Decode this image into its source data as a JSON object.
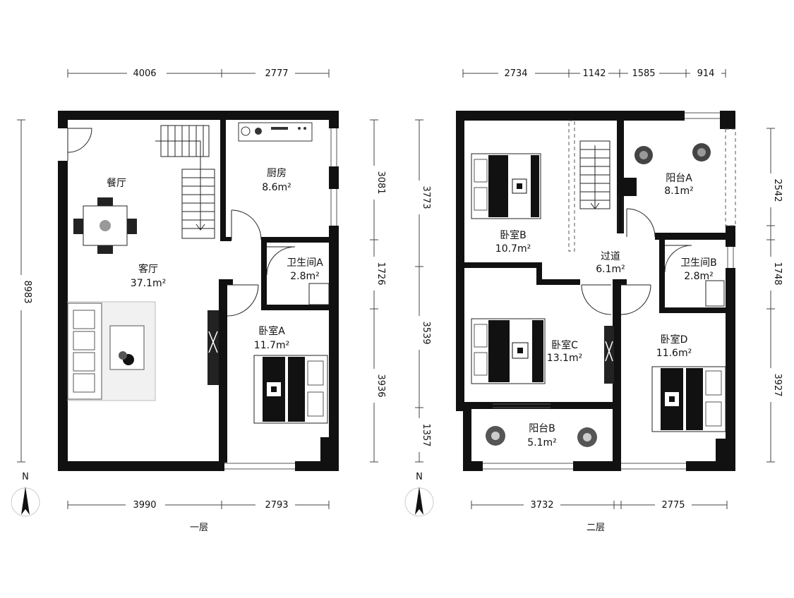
{
  "floors": [
    {
      "caption": "一层",
      "north": "N",
      "dims_top": [
        "4006",
        "2777"
      ],
      "dims_bottom": [
        "3990",
        "2793"
      ],
      "dims_left": [
        "8983"
      ],
      "dims_right": [
        "3081",
        "1726",
        "3936"
      ],
      "rooms": [
        {
          "name": "餐厅",
          "area": ""
        },
        {
          "name": "厨房",
          "area": "8.6m²"
        },
        {
          "name": "卫生间A",
          "area": "2.8m²"
        },
        {
          "name": "客厅",
          "area": "37.1m²"
        },
        {
          "name": "卧室A",
          "area": "11.7m²"
        }
      ]
    },
    {
      "caption": "二层",
      "north": "N",
      "dims_top": [
        "2734",
        "1142",
        "1585",
        "914"
      ],
      "dims_bottom": [
        "3732",
        "2775"
      ],
      "dims_left": [
        "3773",
        "3539",
        "1357"
      ],
      "dims_right": [
        "2542",
        "1748",
        "3927"
      ],
      "rooms": [
        {
          "name": "阳台A",
          "area": "8.1m²"
        },
        {
          "name": "卧室B",
          "area": "10.7m²"
        },
        {
          "name": "过道",
          "area": "6.1m²"
        },
        {
          "name": "卫生间B",
          "area": "2.8m²"
        },
        {
          "name": "卧室C",
          "area": "13.1m²"
        },
        {
          "name": "卧室D",
          "area": "11.6m²"
        },
        {
          "name": "阳台B",
          "area": "5.1m²"
        }
      ]
    }
  ]
}
